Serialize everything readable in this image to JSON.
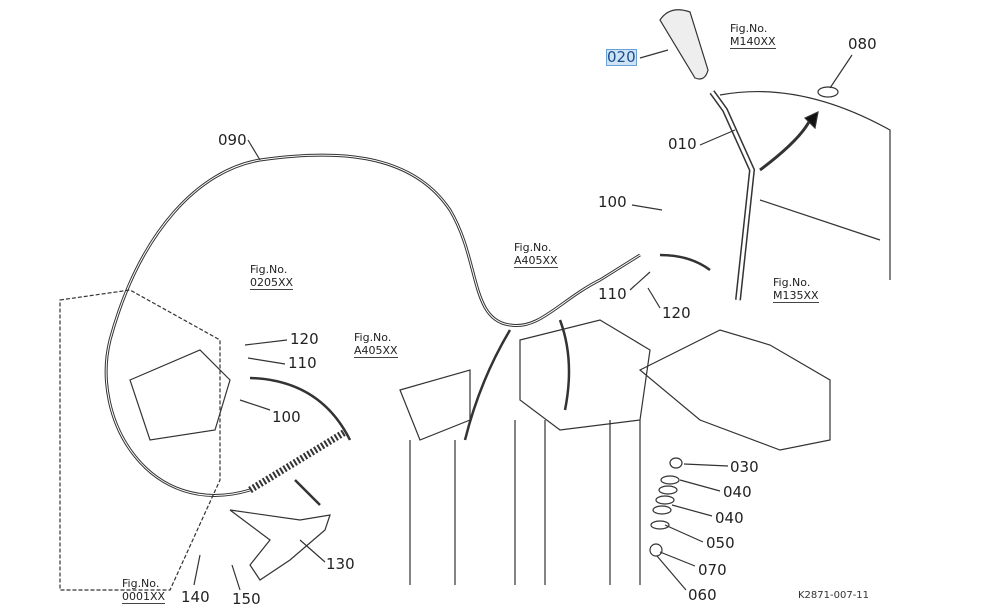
{
  "diagram": {
    "callouts": [
      {
        "id": "c020",
        "text": "020",
        "selected": true
      },
      {
        "id": "c080",
        "text": "080"
      },
      {
        "id": "c010",
        "text": "010"
      },
      {
        "id": "c090",
        "text": "090"
      },
      {
        "id": "c100a",
        "text": "100"
      },
      {
        "id": "c110a",
        "text": "110"
      },
      {
        "id": "c120a",
        "text": "120"
      },
      {
        "id": "c120b",
        "text": "120"
      },
      {
        "id": "c110b",
        "text": "110"
      },
      {
        "id": "c100b",
        "text": "100"
      },
      {
        "id": "c030",
        "text": "030"
      },
      {
        "id": "c040a",
        "text": "040"
      },
      {
        "id": "c040b",
        "text": "040"
      },
      {
        "id": "c050",
        "text": "050"
      },
      {
        "id": "c070",
        "text": "070"
      },
      {
        "id": "c060",
        "text": "060"
      },
      {
        "id": "c130",
        "text": "130"
      },
      {
        "id": "c140",
        "text": "140"
      },
      {
        "id": "c150",
        "text": "150"
      }
    ],
    "figure_refs": [
      {
        "label": "Fig.No.",
        "number": "M140XX"
      },
      {
        "label": "Fig.No.",
        "number": "A405XX"
      },
      {
        "label": "Fig.No.",
        "number": "0205XX"
      },
      {
        "label": "Fig.No.",
        "number": "M135XX"
      },
      {
        "label": "Fig.No.",
        "number": "A405XX"
      },
      {
        "label": "Fig.No.",
        "number": "0001XX"
      }
    ],
    "drawing_code": "K2871-007-11",
    "highlight_color": "#cfe3f7"
  }
}
